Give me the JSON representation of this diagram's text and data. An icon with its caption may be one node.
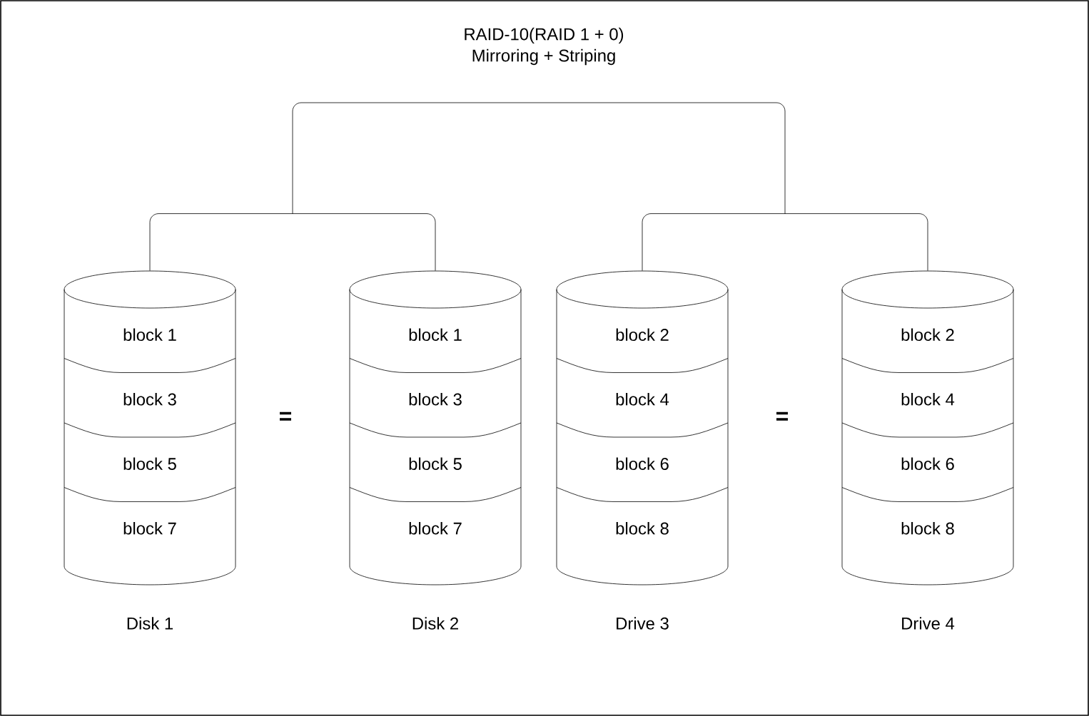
{
  "diagram": {
    "title": "RAID-10(RAID 1 + 0)",
    "nodes": [
      {
        "text": [
          "block 1",
          "block 3",
          "block 5",
          "block 7"
        ],
        "beside": [
          "Disk 1"
        ]
      },
      {
        "text": [
          "block 1",
          "block 3",
          "block 5",
          "block 7"
        ],
        "beside": [
          "Disk 2"
        ]
      },
      {
        "text": [
          "block 2",
          "block 4",
          "block 6",
          "block 8"
        ],
        "beside": [
          "Drive 3"
        ]
      },
      {
        "text": [
          "block 2",
          "block 4",
          "block 6",
          "block 8"
        ],
        "beside": [
          "Drive 4"
        ]
      }
    ],
    "edges": [
      {
        "from": 0,
        "to": 1,
        "arrow": "none"
      },
      {
        "from": 2,
        "to": 3,
        "arrow": "none"
      }
    ],
    "labels": [
      "Mirroring + Striping",
      "=",
      "="
    ]
  }
}
